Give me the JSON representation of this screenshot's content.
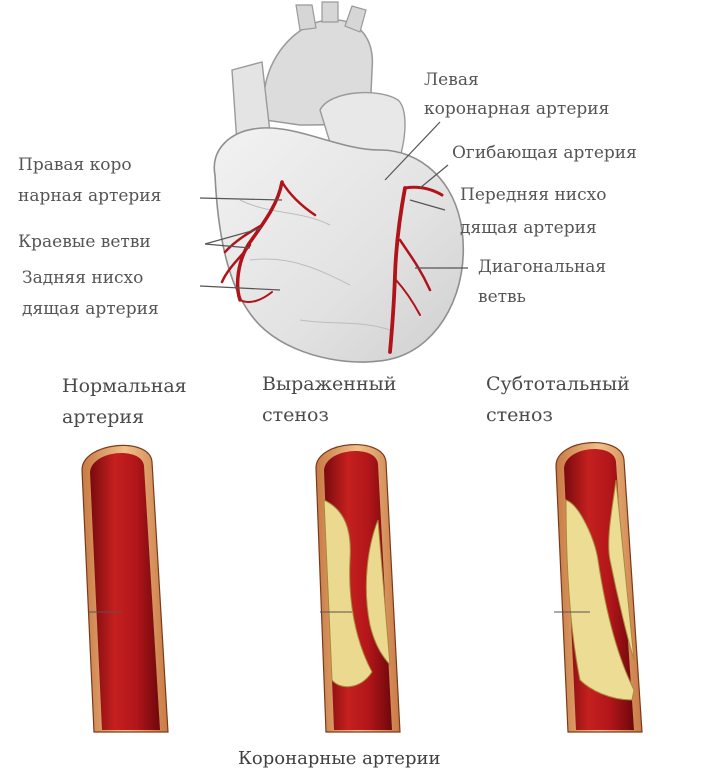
{
  "heart_labels": {
    "left_coronary": [
      "Левая",
      "коронарная артерия"
    ],
    "circumflex": [
      "Огибающая артерия"
    ],
    "right_coronary": [
      "Правая коро",
      "нарная артерия"
    ],
    "anterior_descending": [
      "Передняя нисхо",
      "дящая артерия"
    ],
    "marginal": [
      "Краевые ветви"
    ],
    "diagonal": [
      "Диагональная",
      "ветвь"
    ],
    "posterior_descending": [
      "Задняя нисхо",
      "дящая артерия"
    ]
  },
  "artery_titles": {
    "normal": [
      "Нормальная",
      "артерия"
    ],
    "severe": [
      "Выраженный",
      "стеноз"
    ],
    "subtotal": [
      "Субтотальный",
      "стеноз"
    ]
  },
  "caption": "Коронарные артерии",
  "colors": {
    "heart_fill": "#e6e6e6",
    "artery_red": "#b01319",
    "artery_wall": "#e0a46e",
    "plaque": "#e9d88e",
    "leader": "#555555"
  }
}
